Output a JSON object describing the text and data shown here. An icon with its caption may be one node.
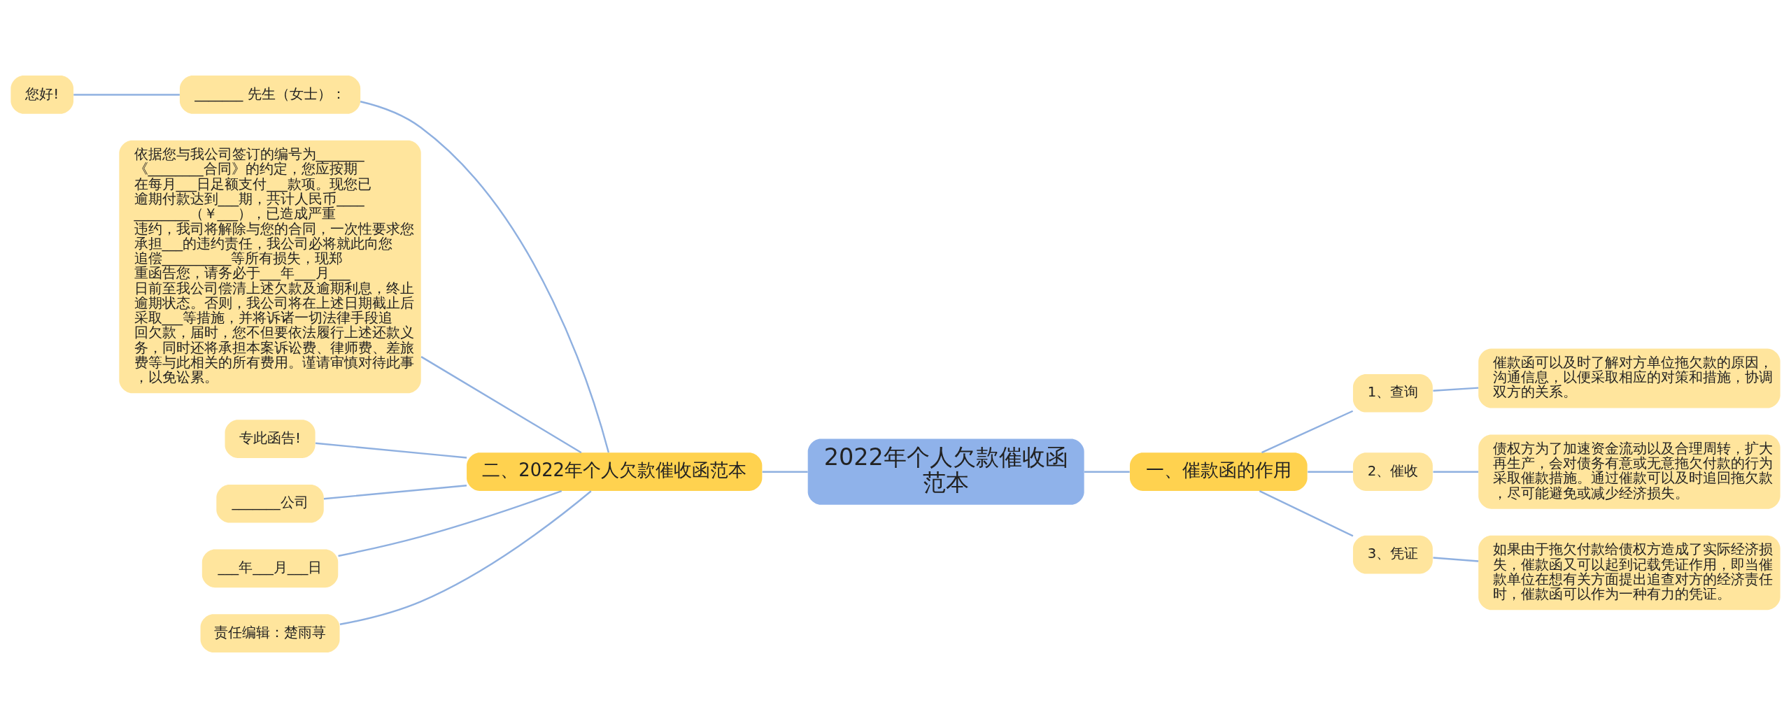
{
  "diagram": {
    "nodes": [
      {
        "text": [
          "2022年个人欠款催收函范本"
        ]
      },
      {
        "text": [
          "一、催款函的作用"
        ]
      },
      {
        "text": [
          "1、查询"
        ]
      },
      {
        "text": [
          "催款函可以及时了解对方单位拖欠款的原因，沟通信息，以便采取相应的对策和措施，协调双方的关系。"
        ]
      },
      {
        "text": [
          "2、催收"
        ]
      },
      {
        "text": [
          "债权方为了加速资金流动以及合理周转，扩大再生产，会对债务有意或无意拖欠付款的行为采取催款措施。通过催款可以及时追回拖欠款，尽可能避免或减少经济损失。"
        ]
      },
      {
        "text": [
          "3、凭证"
        ]
      },
      {
        "text": [
          "如果由于拖欠付款给债权方造成了实际经济损失，催款函又可以起到记载凭证作用，即当催款单位在想有关方面提出追查对方的经济责任时，催款函可以作为一种有力的凭证。"
        ]
      },
      {
        "text": [
          "二、2022年个人欠款催收函范本"
        ]
      },
      {
        "text": [
          "_______ 先生（女士）："
        ]
      },
      {
        "text": [
          "您好!"
        ]
      },
      {
        "text": [
          "依据您与我公司签订的编号为_______《________合同》的约定，您应按期在每月___日足额支付___款项。现您已逾期付款达到___期，共计人民币____________（￥___），已造成严重违约，我司将解除与您的合同，一次性要求您承担___的违约责任，我公司必将就此向您追偿__________等所有损失，现郑重函告您，请务必于___年___月___日前至我公司偿清上述欠款及逾期利息，终止逾期状态。否则，我公司将在上述日期截止后采取___等措施，并将诉诸一切法律手段追回欠款，届时，您不但要依法履行上述还款义务，同时还将承担本案诉讼费、律师费、差旅费等与此相关的所有费用。谨请审慎对待此事，以免讼累。"
        ]
      },
      {
        "text": [
          "专此函告!"
        ]
      },
      {
        "text": [
          "_______公司"
        ]
      },
      {
        "text": [
          "___年___月___日"
        ]
      },
      {
        "text": [
          "责任编辑：楚雨荨"
        ]
      }
    ],
    "edges": [
      {
        "from": 0,
        "to": 1,
        "arrow": "none"
      },
      {
        "from": 1,
        "to": 2,
        "arrow": "none"
      },
      {
        "from": 2,
        "to": 3,
        "arrow": "none"
      },
      {
        "from": 1,
        "to": 4,
        "arrow": "none"
      },
      {
        "from": 4,
        "to": 5,
        "arrow": "none"
      },
      {
        "from": 1,
        "to": 6,
        "arrow": "none"
      },
      {
        "from": 6,
        "to": 7,
        "arrow": "none"
      },
      {
        "from": 0,
        "to": 8,
        "arrow": "none"
      },
      {
        "from": 8,
        "to": 9,
        "arrow": "none"
      },
      {
        "from": 9,
        "to": 10,
        "arrow": "none"
      },
      {
        "from": 8,
        "to": 11,
        "arrow": "none"
      },
      {
        "from": 8,
        "to": 12,
        "arrow": "none"
      },
      {
        "from": 8,
        "to": 13,
        "arrow": "none"
      },
      {
        "from": 8,
        "to": 14,
        "arrow": "none"
      },
      {
        "from": 8,
        "to": 15,
        "arrow": "none"
      }
    ]
  }
}
